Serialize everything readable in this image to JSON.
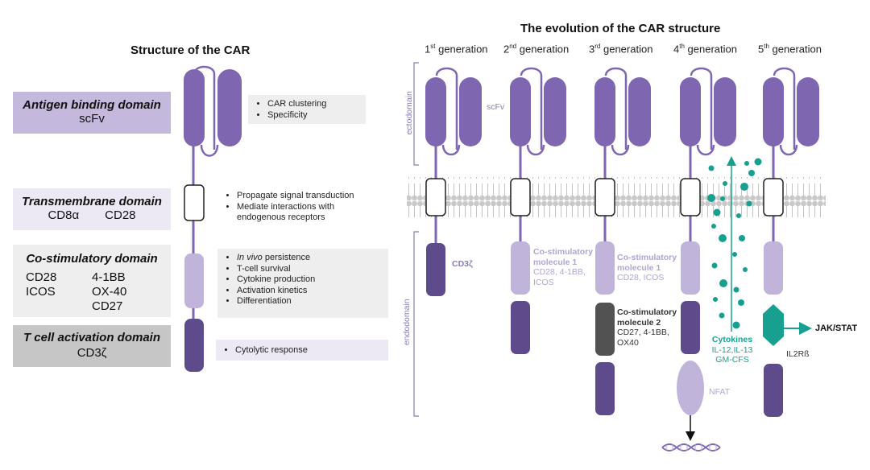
{
  "left": {
    "title": "Structure of the CAR",
    "antigen": {
      "title": "Antigen binding domain",
      "sub": "scFv",
      "bullets": [
        "CAR clustering",
        "Specificity"
      ]
    },
    "transmembrane": {
      "title": "Transmembrane domain",
      "subs": [
        "CD8α",
        "CD28"
      ],
      "bullets": [
        "Propagate signal transduction",
        "Mediate interactions with endogenous receptors"
      ]
    },
    "costim": {
      "title": "Co-stimulatory domain",
      "items": [
        "CD28",
        "4-1BB",
        "ICOS",
        "OX-40",
        "",
        "CD27"
      ],
      "bullet_invivo_italic": "In vivo",
      "bullet_invivo_rest": " persistence",
      "bullets": [
        "T-cell survival",
        "Cytokine production",
        "Activation kinetics",
        "Differentiation"
      ]
    },
    "tcell": {
      "title": "T cell activation domain",
      "sub": "CD3ζ",
      "bullets": [
        "Cytolytic response"
      ]
    }
  },
  "right": {
    "title": "The evolution of the CAR structure",
    "generations": [
      {
        "num": "1",
        "sup": "st",
        "word": "generation"
      },
      {
        "num": "2",
        "sup": "nd",
        "word": "generation"
      },
      {
        "num": "3",
        "sup": "rd",
        "word": "generation"
      },
      {
        "num": "4",
        "sup": "th",
        "word": "generation"
      },
      {
        "num": "5",
        "sup": "th",
        "word": "generation"
      }
    ],
    "ectodomain": "ectodomain",
    "endodomain": "endodomain",
    "scfv": "scFv",
    "cd3z": "CD3ζ",
    "gen2_costim": {
      "title1": "Co-stimulatory",
      "title2": "molecule 1",
      "sub1": "CD28, 4-1BB,",
      "sub2": "ICOS"
    },
    "gen3_costim1": {
      "title1": "Co-stimulatory",
      "title2": "molecule 1",
      "sub1": "CD28, ICOS"
    },
    "gen3_costim2": {
      "title1": "Co-stimulatory",
      "title2": "molecule 2",
      "sub1": "CD27, 4-1BB,",
      "sub2": "OX40"
    },
    "cytokines": {
      "title": "Cytokines",
      "sub1": "IL-12,IL-13",
      "sub2": "GM-CFS"
    },
    "nfat": "NFAT",
    "jakstat": "JAK/STAT",
    "il2rb": "IL2Rß"
  },
  "colors": {
    "purple": "#7f66b0",
    "dark_purple": "#5e4b8b",
    "light_purple": "#c0b4da",
    "teal": "#17a08f",
    "dark_gray": "#525252",
    "box_lavender": "#c4b8dc",
    "box_light": "#ece9f5",
    "box_gray": "#eeeeee",
    "box_darkgray": "#c6c6c6"
  }
}
